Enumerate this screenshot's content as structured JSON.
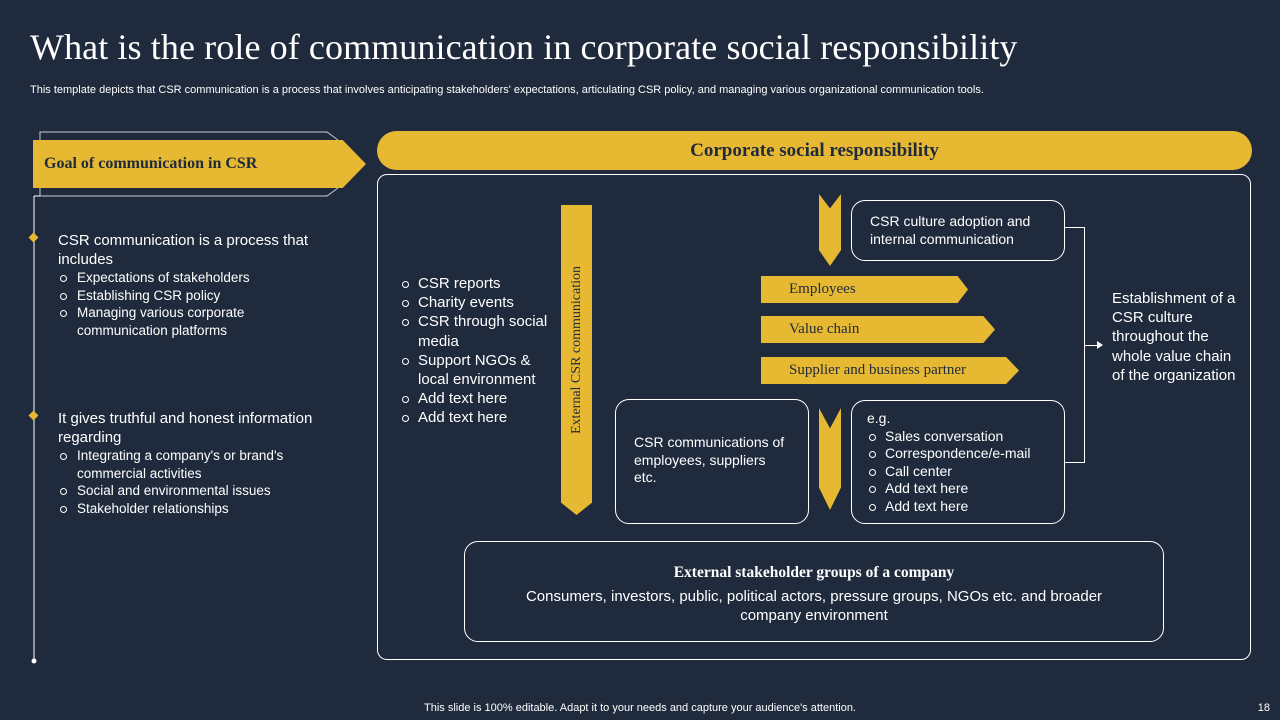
{
  "title": "What is the role of communication in corporate social responsibility",
  "subtitle": "This template depicts that CSR communication is a process that involves anticipating stakeholders' expectations, articulating CSR policy, and managing various organizational communication tools.",
  "left_panel": {
    "banner": "Goal of communication in CSR",
    "block1": {
      "head": "CSR communication  is a process that includes",
      "items": [
        "Expectations of stakeholders",
        "Establishing CSR policy",
        "Managing various corporate communication platforms"
      ]
    },
    "block2": {
      "head": "It gives truthful  and honest information regarding",
      "items": [
        "Integrating  a company's or brand's commercial activities",
        "Social and environmental issues",
        "Stakeholder relationships"
      ]
    }
  },
  "csr_header": "Corporate social responsibility",
  "middle_list": [
    "CSR reports",
    "Charity events",
    "CSR through social media",
    "Support NGOs & local environment",
    "Add text here",
    "Add text here"
  ],
  "ext_comm_label": "External CSR communication",
  "tags": [
    "Employees",
    "Value chain",
    "Supplier and business partner"
  ],
  "culture_box": "CSR culture adoption and internal communication",
  "employees_box": "CSR communications of employees, suppliers etc.",
  "eg_box": {
    "head": "e.g.",
    "items": [
      "Sales conversation",
      "Correspondence/e-mail",
      "Call center",
      "Add text here",
      "Add text here"
    ]
  },
  "establish_text": "Establishment of a CSR culture throughout  the whole value chain of the organization",
  "ext_groups": {
    "title": "External stakeholder groups of a company",
    "body": "Consumers, investors, public, political actors, pressure groups, NGOs etc. and broader company environment"
  },
  "footer": "This slide is 100% editable. Adapt it to your needs and capture your audience's attention.",
  "page_number": "18",
  "colors": {
    "background": "#1f2a3c",
    "accent": "#e7b932",
    "text": "#ffffff"
  }
}
